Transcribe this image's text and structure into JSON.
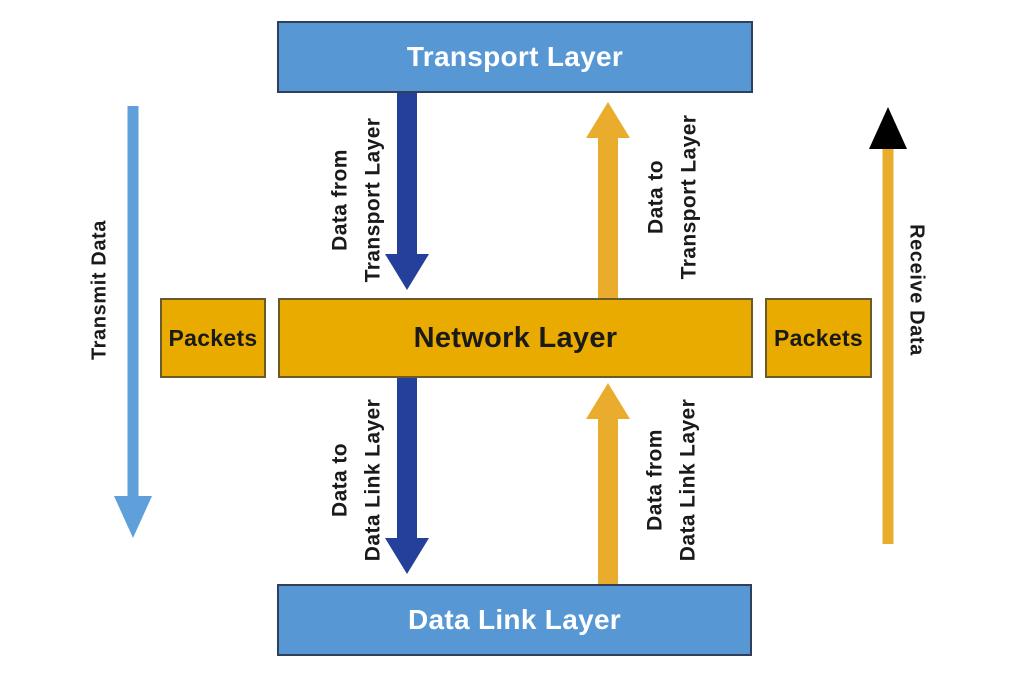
{
  "boxes": {
    "transport": "Transport Layer",
    "network": "Network Layer",
    "data_link": "Data Link Layer",
    "packets_left": "Packets",
    "packets_right": "Packets"
  },
  "labels": {
    "transmit": "Transmit Data",
    "receive": "Receive Data",
    "from_transport": [
      "Data from",
      "Transport Layer"
    ],
    "to_transport": [
      "Data to",
      "Transport Layer"
    ],
    "to_datalink": [
      "Data to",
      "Data Link Layer"
    ],
    "from_datalink": [
      "Data from",
      "Data Link Layer"
    ]
  },
  "colors": {
    "blue_box": "#5697D4",
    "blue_border": "#30405A",
    "orange_box": "#EAAB00",
    "orange_border": "#6B5A2A",
    "dark_arrow": "#25409A",
    "light_arrow": "#5FA0DB",
    "orange_arrow": "#EAAC2C",
    "text_dark": "#1A1A1A"
  }
}
